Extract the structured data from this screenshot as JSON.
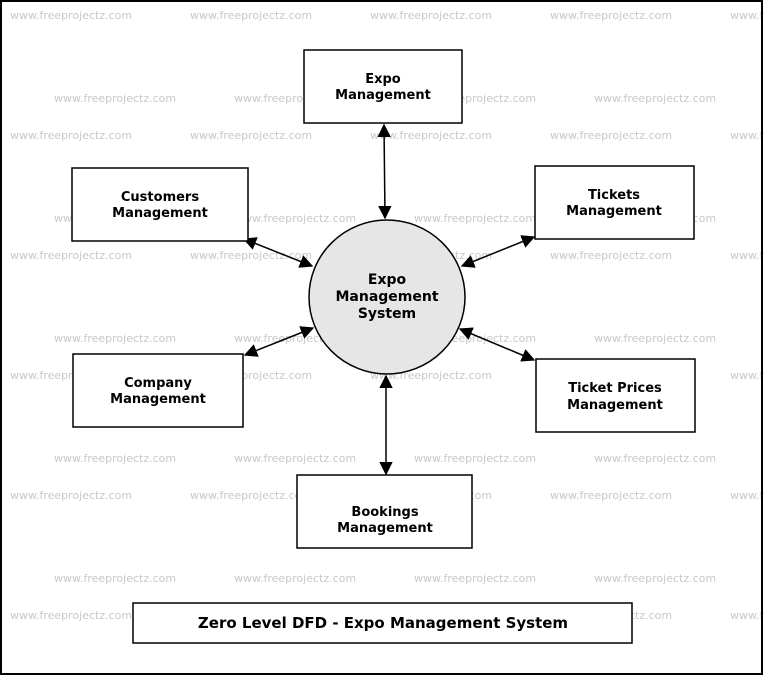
{
  "watermark": "www.freeprojectz.com",
  "center": {
    "lines": [
      "Expo",
      "Management",
      "System"
    ]
  },
  "entities": [
    {
      "id": "expo",
      "lines": [
        "Expo",
        "Management"
      ]
    },
    {
      "id": "customers",
      "lines": [
        "Customers",
        "Management"
      ]
    },
    {
      "id": "tickets",
      "lines": [
        "Tickets",
        "Management"
      ]
    },
    {
      "id": "company",
      "lines": [
        "Company",
        "Management"
      ]
    },
    {
      "id": "ticket-prices",
      "lines": [
        "Ticket Prices",
        "Management"
      ]
    },
    {
      "id": "bookings",
      "lines": [
        "Bookings",
        "Management"
      ]
    }
  ],
  "caption": "Zero Level DFD - Expo Management System",
  "colors": {
    "center_fill": "#e6e6e6",
    "stroke": "#000000",
    "watermark": "#c8c8c8"
  }
}
